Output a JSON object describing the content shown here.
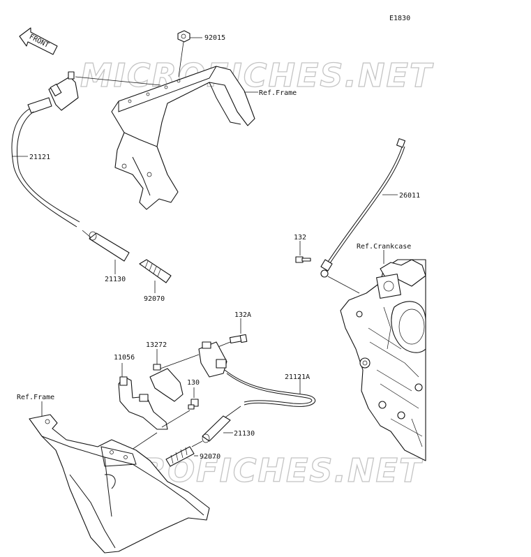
{
  "diagram_id": "E1830",
  "front_arrow": "FRONT",
  "watermark": "MICROFICHES.NET",
  "labels": {
    "p92015": "92015",
    "ref_frame_top": "Ref.Frame",
    "p21121": "21121",
    "p21130_top": "21130",
    "p92070_top": "92070",
    "p26011": "26011",
    "p132": "132",
    "ref_crankcase": "Ref.Crankcase",
    "p132a": "132A",
    "p13272": "13272",
    "p11056": "11056",
    "p130": "130",
    "p21121a": "21121A",
    "ref_frame_bottom": "Ref.Frame",
    "p21130_bottom": "21130",
    "p92070_bottom": "92070"
  }
}
